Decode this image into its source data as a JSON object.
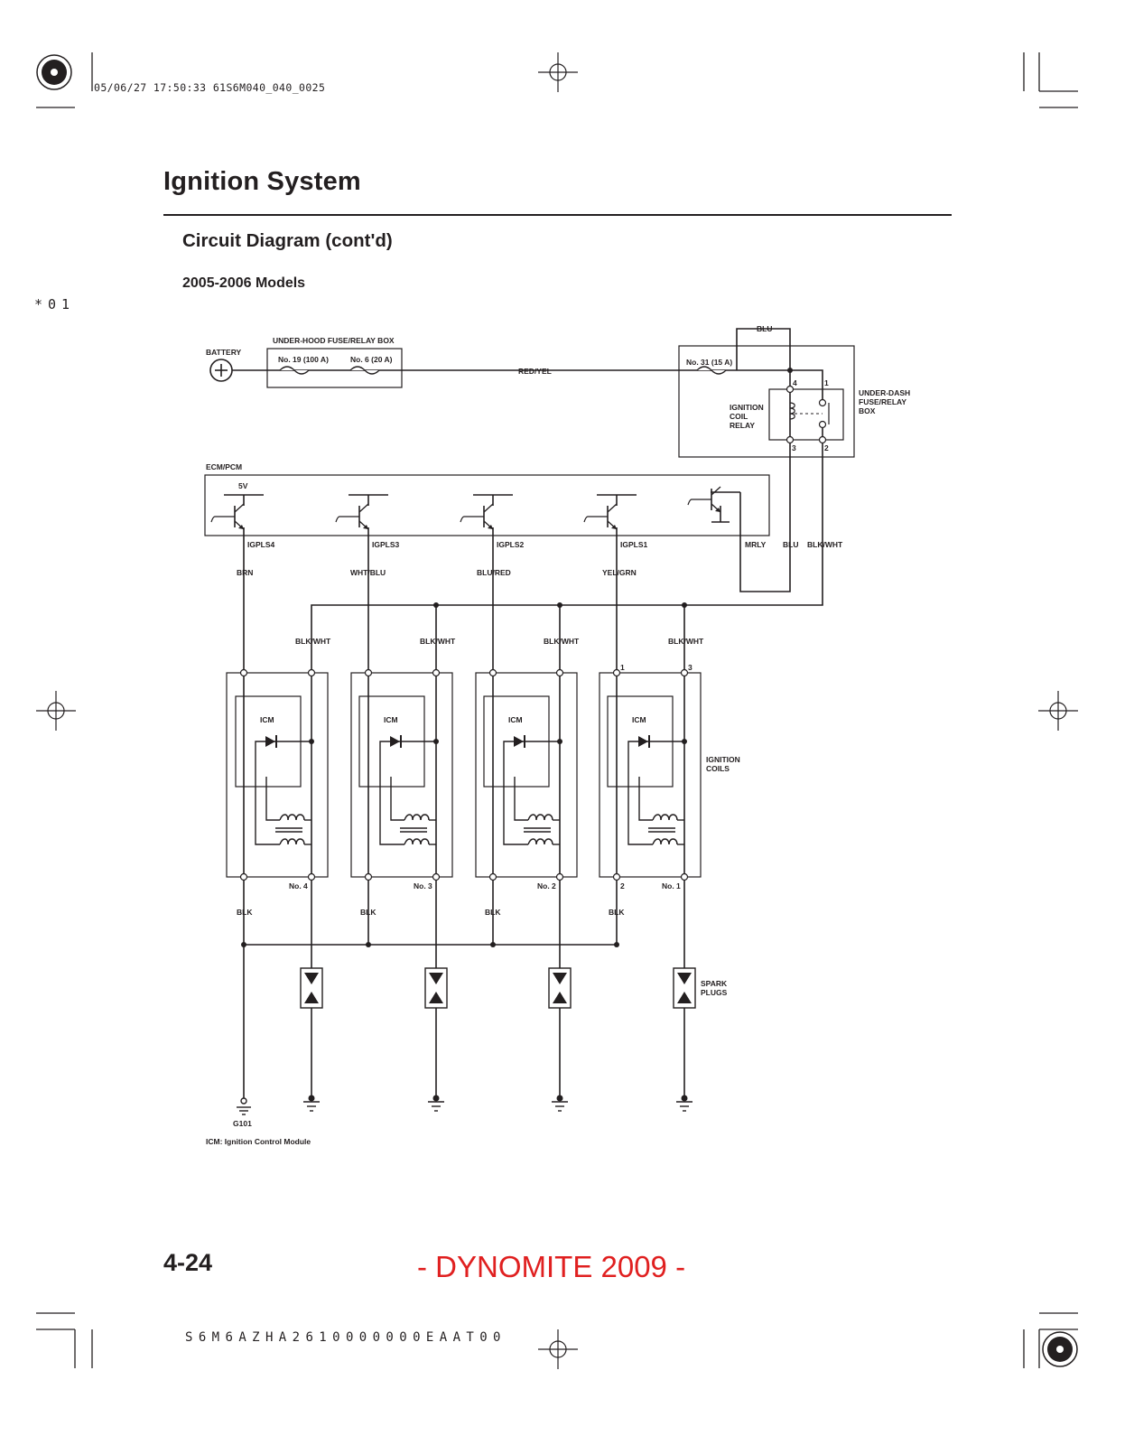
{
  "header": {
    "stamp": "05/06/27 17:50:33 61S6M040_040_0025",
    "side_note": "*01"
  },
  "page": {
    "title": "Ignition System",
    "subtitle": "Circuit Diagram (cont'd)",
    "models": "2005-2006 Models",
    "page_number": "4-24",
    "watermark": "- DYNOMITE 2009 -",
    "footer_code": "S6M6AZHA2610000000EAAT00"
  },
  "diagram": {
    "battery": "BATTERY",
    "underhood_box": "UNDER-HOOD FUSE/RELAY BOX",
    "fuse19": "No. 19 (100 A)",
    "fuse6": "No. 6 (20 A)",
    "wire_red_yel": "RED/YEL",
    "wire_blu_top": "BLU",
    "fuse31": "No. 31 (15 A)",
    "relay_l1": "IGNITION",
    "relay_l2": "COIL",
    "relay_l3": "RELAY",
    "underdash_l1": "UNDER-DASH",
    "underdash_l2": "FUSE/RELAY",
    "underdash_l3": "BOX",
    "pin4": "4",
    "pin1": "1",
    "pin3": "3",
    "pin2": "2",
    "ecm": "ECM/PCM",
    "v5": "5V",
    "igpls4": "IGPLS4",
    "igpls3": "IGPLS3",
    "igpls2": "IGPLS2",
    "igpls1": "IGPLS1",
    "mrly": "MRLY",
    "blu_right": "BLU",
    "blkwht_right": "BLK/WHT",
    "wire_brn": "BRN",
    "wire_whtblu": "WHT/BLU",
    "wire_blured": "BLU/RED",
    "wire_yelgrn": "YEL/GRN",
    "blkwht": "BLK/WHT",
    "coil_pin1": "1",
    "coil_pin3": "3",
    "coil_pin2": "2",
    "icm": "ICM",
    "coils_l1": "IGNITION",
    "coils_l2": "COILS",
    "no4": "No. 4",
    "no3": "No. 3",
    "no2": "No. 2",
    "no1": "No. 1",
    "blk": "BLK",
    "spark_l1": "SPARK",
    "spark_l2": "PLUGS",
    "g101": "G101",
    "icm_note": "ICM: Ignition Control Module"
  }
}
